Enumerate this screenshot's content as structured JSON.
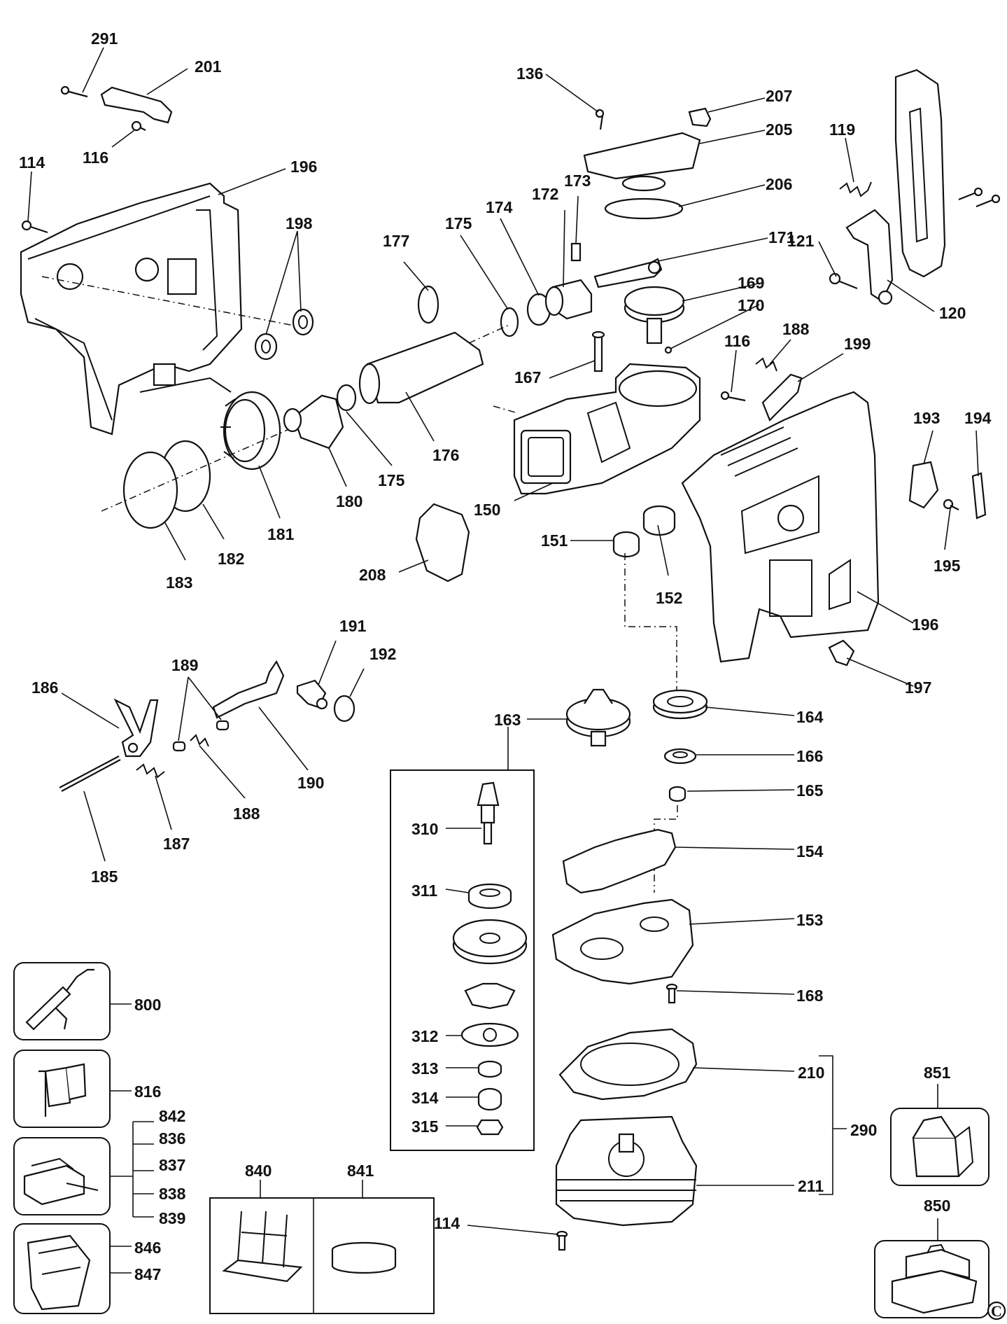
{
  "labels": {
    "291": "291",
    "201": "201",
    "116a": "116",
    "114a": "114",
    "196a": "196",
    "198": "198",
    "136": "136",
    "207": "207",
    "205": "205",
    "206": "206",
    "119": "119",
    "121": "121",
    "120": "120",
    "177": "177",
    "175a": "175",
    "174": "174",
    "172": "172",
    "173": "173",
    "171": "171",
    "169": "169",
    "170": "170",
    "188a": "188",
    "116b": "116",
    "199": "199",
    "167": "167",
    "176": "176",
    "175b": "175",
    "180": "180",
    "181": "181",
    "182": "182",
    "183": "183",
    "150": "150",
    "208": "208",
    "151": "151",
    "152": "152",
    "193": "193",
    "194": "194",
    "195": "195",
    "196b": "196",
    "197": "197",
    "191": "191",
    "192": "192",
    "189": "189",
    "186": "186",
    "190": "190",
    "188b": "188",
    "187": "187",
    "185": "185",
    "163": "163",
    "164": "164",
    "166": "166",
    "165": "165",
    "154": "154",
    "153": "153",
    "168": "168",
    "310": "310",
    "311": "311",
    "312": "312",
    "313": "313",
    "314": "314",
    "315": "315",
    "210": "210",
    "211": "211",
    "290": "290",
    "800": "800",
    "816": "816",
    "842": "842",
    "836": "836",
    "837": "837",
    "838": "838",
    "839": "839",
    "846": "846",
    "847": "847",
    "840": "840",
    "841": "841",
    "114b": "114",
    "851": "851",
    "850": "850"
  },
  "copyright_mark": "C"
}
